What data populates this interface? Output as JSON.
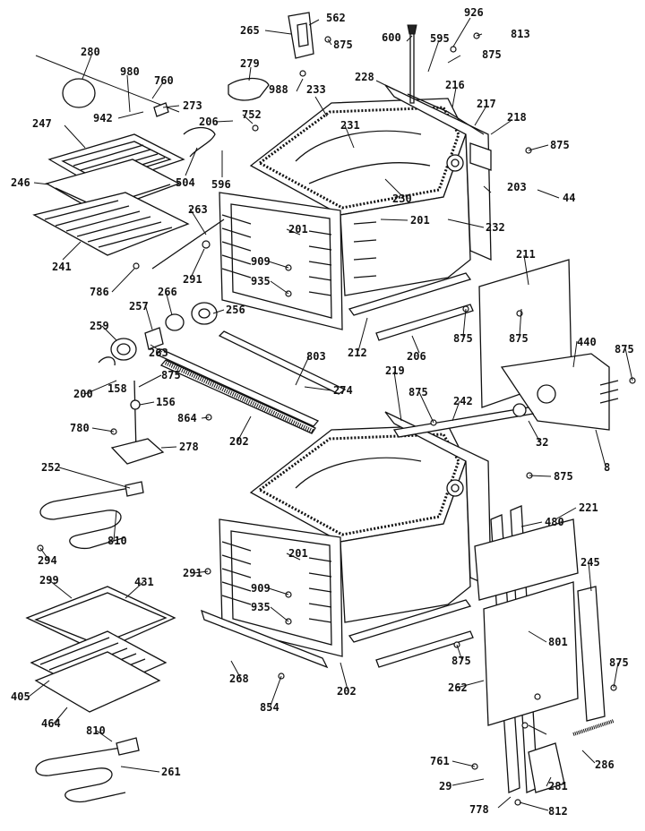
{
  "diagram": {
    "labels": [
      "265",
      "562",
      "875",
      "926",
      "813",
      "600",
      "595",
      "875",
      "280",
      "980",
      "760",
      "279",
      "988",
      "233",
      "228",
      "216",
      "217",
      "218",
      "875",
      "942",
      "273",
      "206",
      "752",
      "247",
      "504",
      "596",
      "231",
      "230",
      "203",
      "44",
      "246",
      "201",
      "232",
      "263",
      "241",
      "291",
      "201",
      "909",
      "935",
      "786",
      "211",
      "257",
      "266",
      "256",
      "875",
      "259",
      "263",
      "212",
      "206",
      "875",
      "440",
      "875",
      "803",
      "274",
      "219",
      "875",
      "242",
      "200",
      "875",
      "158",
      "156",
      "864",
      "32",
      "780",
      "202",
      "278",
      "8",
      "875",
      "252",
      "221",
      "810",
      "480",
      "294",
      "291",
      "201",
      "245",
      "909",
      "299",
      "431",
      "935",
      "801",
      "405",
      "268",
      "202",
      "262",
      "875",
      "464",
      "854",
      "875",
      "810",
      "261",
      "761",
      "286",
      "29",
      "281",
      "778",
      "812"
    ]
  }
}
